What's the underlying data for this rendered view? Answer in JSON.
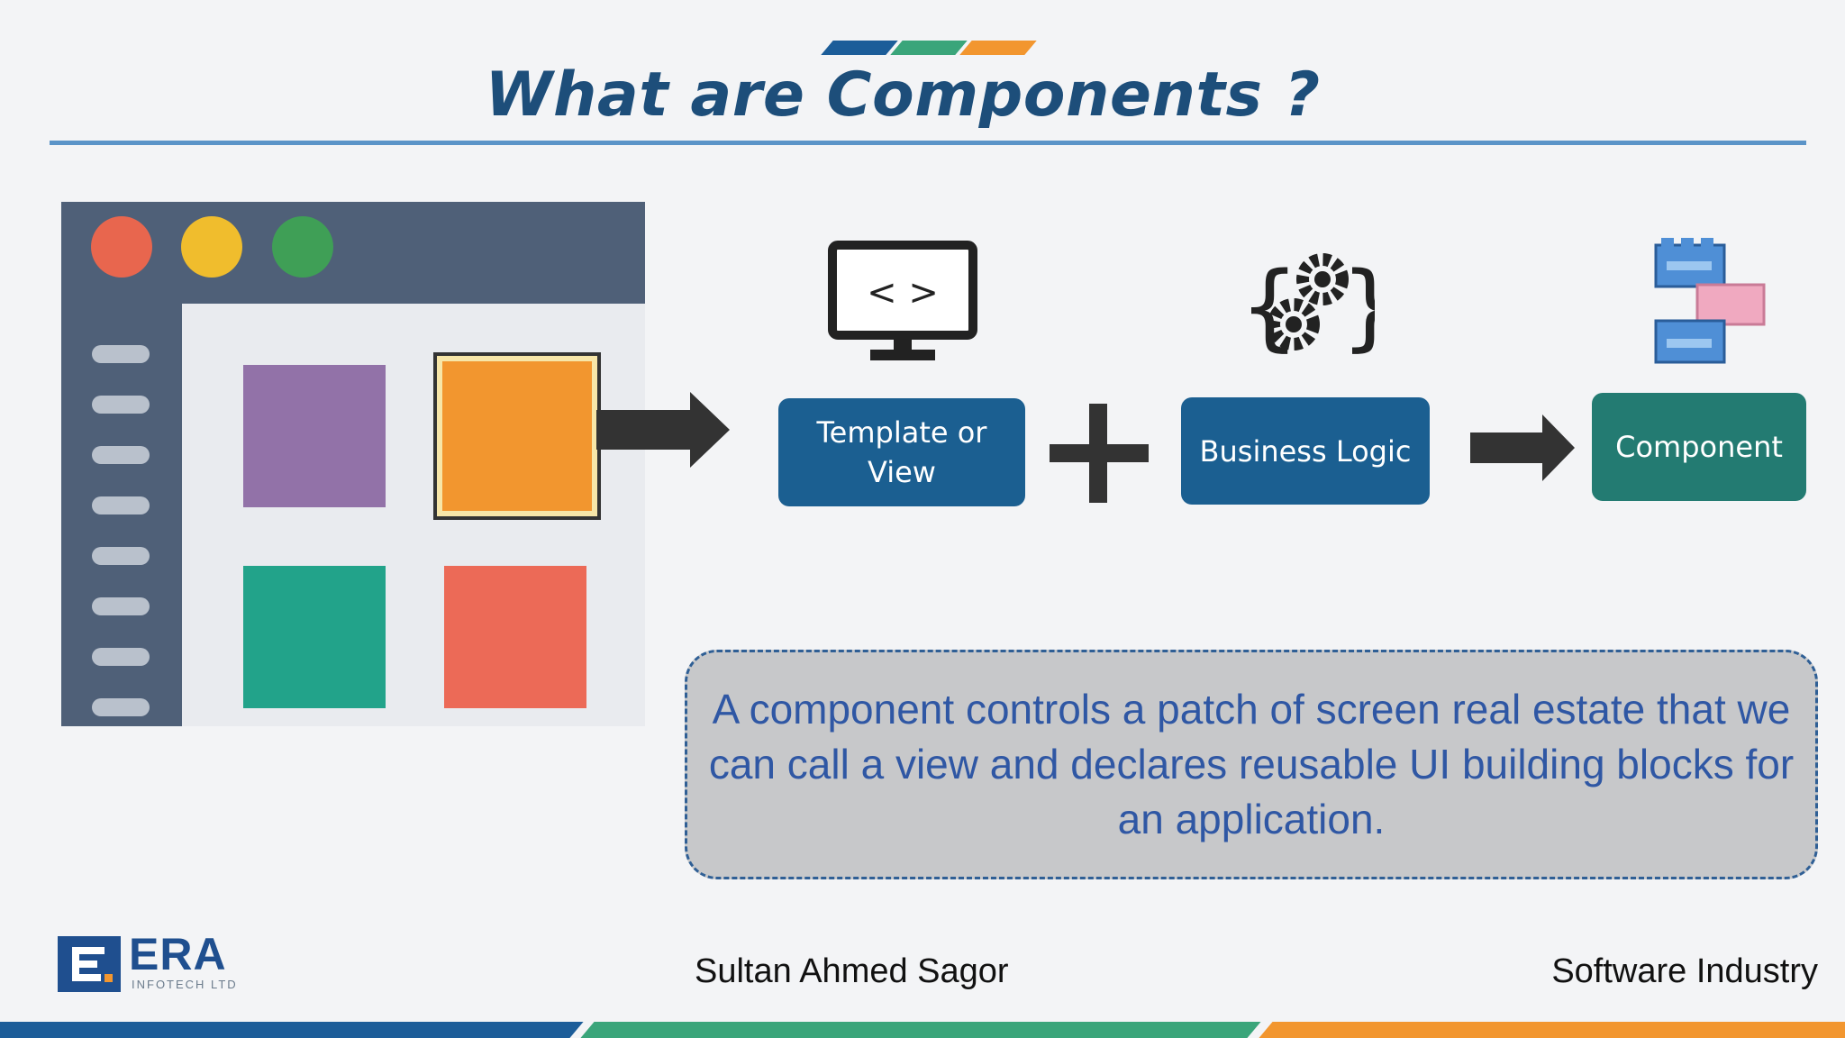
{
  "slide": {
    "title": "What are Components ?",
    "colors": {
      "blue": "#1b5f91",
      "teal": "#237b72",
      "orange": "#f2962f",
      "green": "#3aa57a"
    }
  },
  "diagram": {
    "template_label": "Template or View",
    "logic_label": "Business Logic",
    "component_label": "Component",
    "plus_symbol": "+",
    "icons": [
      "monitor-code-icon",
      "gears-braces-icon",
      "blocks-icon",
      "arrow-icon",
      "plus-icon"
    ]
  },
  "callout": {
    "text": "A component controls a patch of screen real estate that we can call a view and declares reusable  UI building blocks for an application."
  },
  "footer": {
    "logo_text": "ERA",
    "logo_sub": "INFOTECH LTD",
    "presenter": "Sultan Ahmed Sagor",
    "topic": "Software Industry"
  }
}
